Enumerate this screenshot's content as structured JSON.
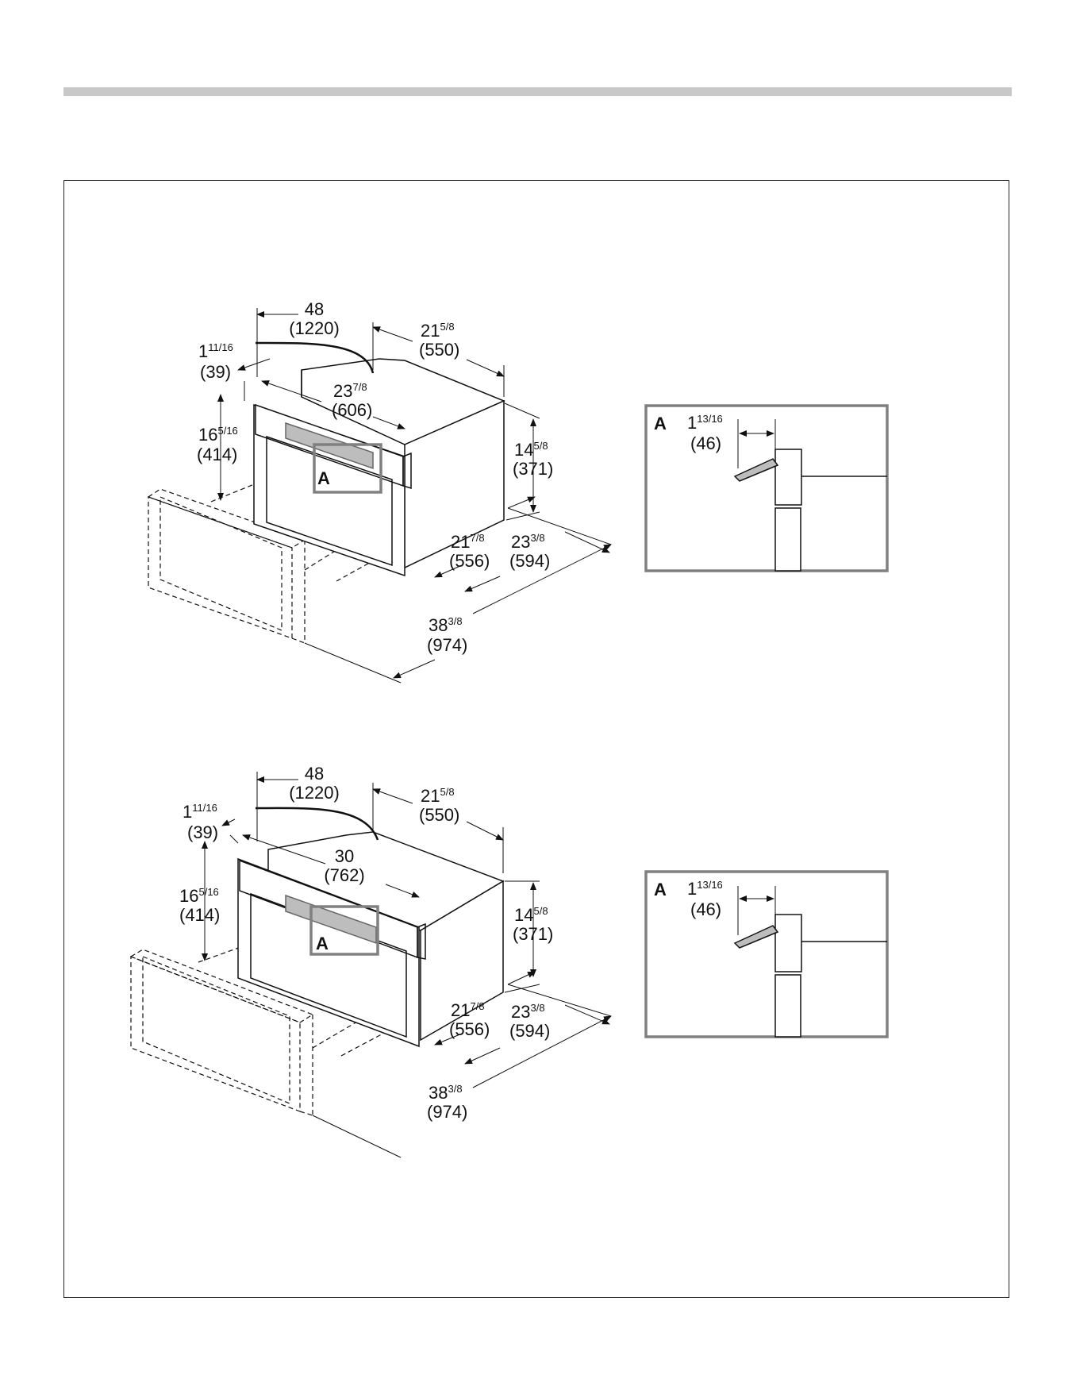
{
  "colors": {
    "rule": "#c8c8c8",
    "detail_frame": "#808080",
    "panel": "#bdbdbd"
  },
  "diagram1": {
    "cord_in": "48",
    "cord_mm": "(1220)",
    "depth_in": "21",
    "depth_frac": "5/8",
    "depth_mm": "(550)",
    "trim_in": "1",
    "trim_frac": "11/16",
    "trim_mm": "(39)",
    "width_in": "23",
    "width_frac": "7/8",
    "width_mm": "(606)",
    "front_h_in": "16",
    "front_h_frac": "5/16",
    "front_h_mm": "(414)",
    "body_h_in": "14",
    "body_h_frac": "5/8",
    "body_h_mm": "(371)",
    "body_d_in": "21",
    "body_d_frac": "7/8",
    "body_d_mm": "(556)",
    "total_d_in": "23",
    "total_d_frac": "3/8",
    "total_d_mm": "(594)",
    "open_in": "38",
    "open_frac": "3/8",
    "open_mm": "(974)",
    "callout": "A"
  },
  "detail1": {
    "letter": "A",
    "in": "1",
    "frac": "13/16",
    "mm": "(46)"
  },
  "diagram2": {
    "cord_in": "48",
    "cord_mm": "(1220)",
    "depth_in": "21",
    "depth_frac": "5/8",
    "depth_mm": "(550)",
    "trim_in": "1",
    "trim_frac": "11/16",
    "trim_mm": "(39)",
    "width_in": "30",
    "width_mm": "(762)",
    "front_h_in": "16",
    "front_h_frac": "5/16",
    "front_h_mm": "(414)",
    "body_h_in": "14",
    "body_h_frac": "5/8",
    "body_h_mm": "(371)",
    "body_d_in": "21",
    "body_d_frac": "7/8",
    "body_d_mm": "(556)",
    "total_d_in": "23",
    "total_d_frac": "3/8",
    "total_d_mm": "(594)",
    "open_in": "38",
    "open_frac": "3/8",
    "open_mm": "(974)",
    "callout": "A"
  },
  "detail2": {
    "letter": "A",
    "in": "1",
    "frac": "13/16",
    "mm": "(46)"
  }
}
